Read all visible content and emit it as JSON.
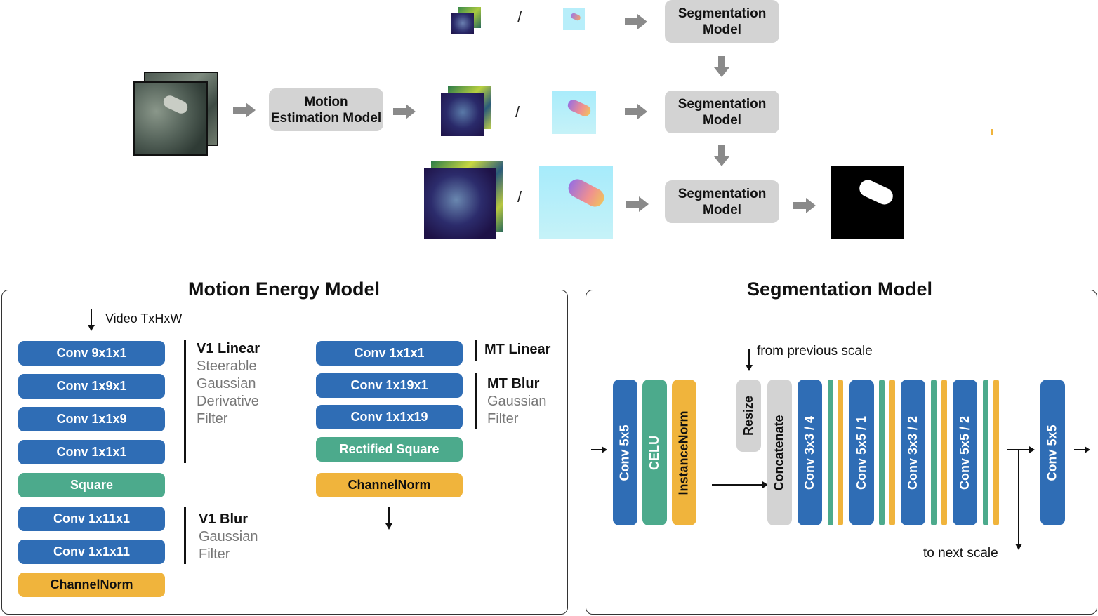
{
  "pipeline": {
    "motion_estimation_label": "Motion\nEstimation Model",
    "segmentation_label": "Segmentation\nModel",
    "separator": "/"
  },
  "motion_energy": {
    "title": "Motion Energy Model",
    "input_label": "Video TxHxW",
    "left_column": [
      "Conv 9x1x1",
      "Conv 1x9x1",
      "Conv 1x1x9",
      "Conv 1x1x1",
      "Square",
      "Conv 1x11x1",
      "Conv 1x1x11",
      "ChannelNorm"
    ],
    "right_column": [
      "Conv 1x1x1",
      "Conv 1x19x1",
      "Conv 1x1x19",
      "Rectified Square",
      "ChannelNorm"
    ],
    "v1_linear": {
      "heading": "V1 Linear",
      "desc": [
        "Steerable",
        "Gaussian",
        "Derivative",
        "Filter"
      ]
    },
    "v1_blur": {
      "heading": "V1 Blur",
      "desc": [
        "Gaussian",
        "Filter"
      ]
    },
    "mt_linear": {
      "heading": "MT Linear"
    },
    "mt_blur": {
      "heading": "MT Blur",
      "desc": [
        "Gaussian",
        "Filter"
      ]
    }
  },
  "segmentation": {
    "title": "Segmentation Model",
    "from_previous": "from previous scale",
    "to_next": "to next scale",
    "blocks": [
      "Conv 5x5",
      "CELU",
      "InstanceNorm",
      "Resize",
      "Concatenate",
      "Conv 3x3 / 4",
      "Conv 5x5  / 1",
      "Conv 3x3  / 2",
      "Conv 5x5  / 2",
      "Conv 5x5"
    ]
  },
  "colors": {
    "conv": "#2f6db5",
    "activation": "#4caa8c",
    "norm": "#f0b43c",
    "neutral": "#d3d3d3"
  }
}
